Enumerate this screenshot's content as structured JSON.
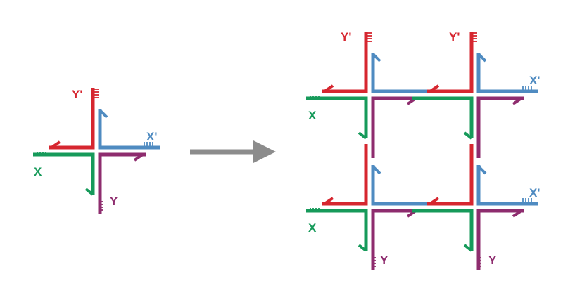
{
  "labels": {
    "x": "X",
    "x_prime": "X'",
    "y": "Y",
    "y_prime": "Y'"
  },
  "colors": {
    "red": "#d6262f",
    "blue": "#4f8bc1",
    "green": "#169a5a",
    "purple": "#8e2c6e",
    "arrow": "#8c8c8c"
  }
}
